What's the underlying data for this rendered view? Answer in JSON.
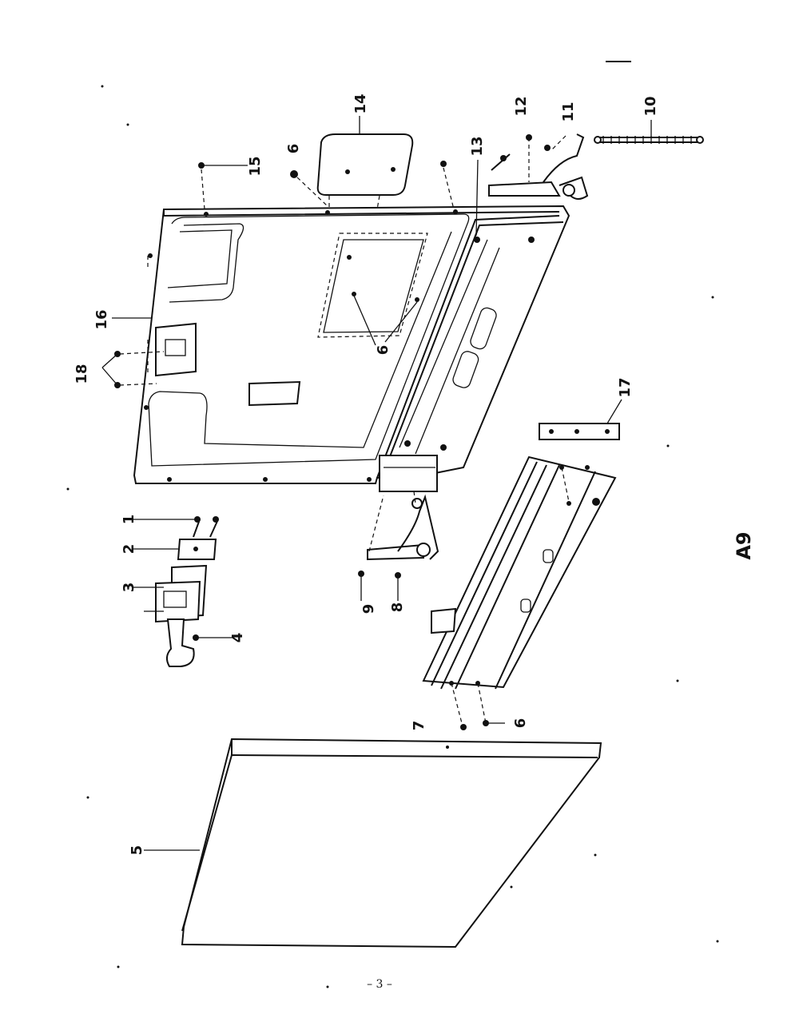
{
  "diagram": {
    "code": "A9",
    "page_number": "– 3 –",
    "callouts": [
      {
        "id": "1",
        "text": "1"
      },
      {
        "id": "2",
        "text": "2"
      },
      {
        "id": "3",
        "text": "3"
      },
      {
        "id": "4",
        "text": "4"
      },
      {
        "id": "5",
        "text": "5"
      },
      {
        "id": "6a",
        "text": "6"
      },
      {
        "id": "6b",
        "text": "6"
      },
      {
        "id": "6c",
        "text": "6"
      },
      {
        "id": "7",
        "text": "7"
      },
      {
        "id": "8",
        "text": "8"
      },
      {
        "id": "9",
        "text": "9"
      },
      {
        "id": "10",
        "text": "10"
      },
      {
        "id": "11",
        "text": "11"
      },
      {
        "id": "12",
        "text": "12"
      },
      {
        "id": "13",
        "text": "13"
      },
      {
        "id": "14",
        "text": "14"
      },
      {
        "id": "15",
        "text": "15"
      },
      {
        "id": "16",
        "text": "16"
      },
      {
        "id": "17",
        "text": "17"
      },
      {
        "id": "18",
        "text": "18"
      }
    ]
  }
}
